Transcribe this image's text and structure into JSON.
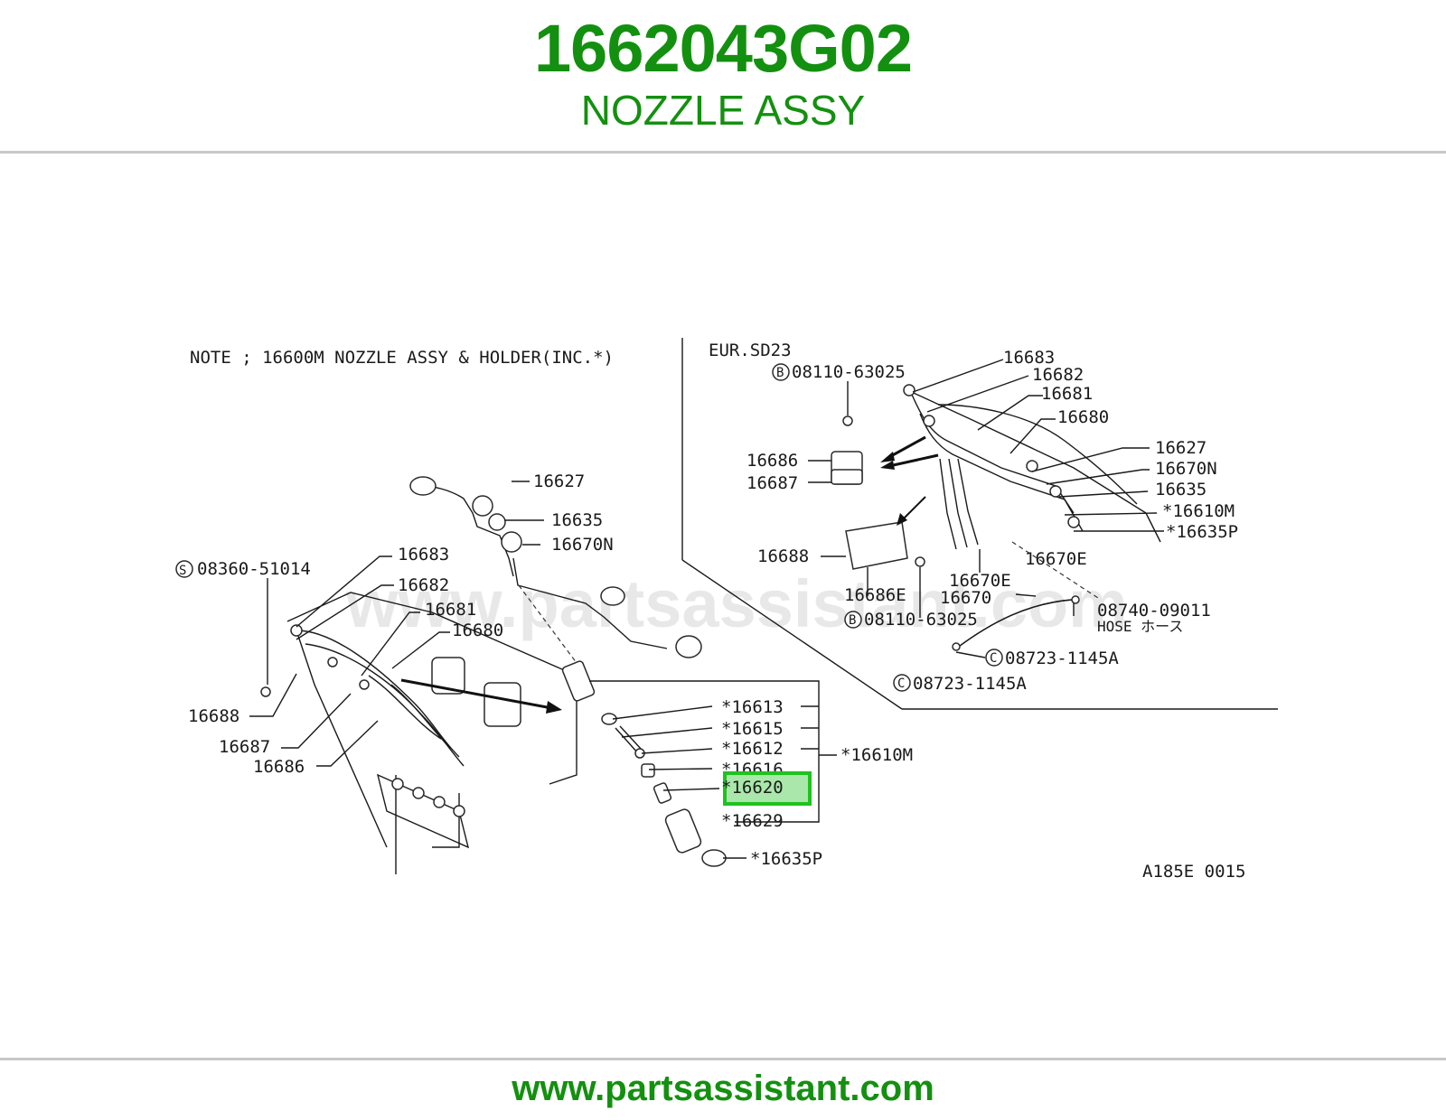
{
  "header": {
    "part_number": "1662043G02",
    "part_name": "NOZZLE ASSY"
  },
  "colors": {
    "brand_green": "#13900f",
    "highlight_fill": "#9be39b",
    "highlight_stroke": "#1fc21f"
  },
  "diagram": {
    "note": "NOTE ; 16600M NOZZLE ASSY & HOLDER(INC.*)",
    "region_label": "EUR.SD23",
    "watermark": "www.partsassistant.com",
    "figure_code": "A185E 0015",
    "highlighted_label": "*16620",
    "labels": {
      "l16627": "16627",
      "l16635": "16635",
      "l16670N": "16670N",
      "l16683": "16683",
      "l08360": "08360-51014",
      "l16682": "16682",
      "l16681": "16681",
      "l16680": "16680",
      "l16688": "16688",
      "l16687": "16687",
      "l16686": "16686",
      "l16613": "*16613",
      "l16615": "*16615",
      "l16612": "*16612",
      "l16616": "*16616",
      "l16620": "*16620",
      "l16629": "*16629",
      "l16610M": "*16610M",
      "l16635P": "*16635P",
      "r16683": "16683",
      "r08110a": "08110-63025",
      "r16682": "16682",
      "r16681": "16681",
      "r16680": "16680",
      "r16627": "16627",
      "r16670N": "16670N",
      "r16635": "16635",
      "r16610M": "*16610M",
      "r16635P": "*16635P",
      "r16686": "16686",
      "r16687": "16687",
      "r16688": "16688",
      "r16670E_a": "16670E",
      "r16670E_b": "16670E",
      "r16686E": "16686E",
      "r16670": "16670",
      "r08110b": "08110-63025",
      "r08740": "08740-09011",
      "r_hose": "HOSE ホース",
      "r08723a": "08723-1145A",
      "r08723b": "08723-1145A"
    },
    "callout_letters": {
      "s": "S",
      "b1": "B",
      "b2": "B",
      "c1": "C",
      "c2": "C"
    }
  },
  "footer": {
    "url": "www.partsassistant.com"
  }
}
